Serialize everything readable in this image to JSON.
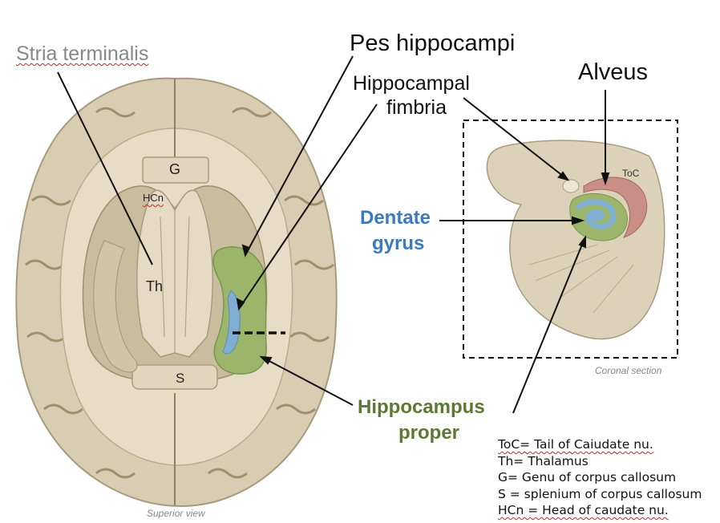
{
  "colors": {
    "brain": "#d8ccb2",
    "brain_dark": "#b9ab8d",
    "white_matter": "#e7dcc6",
    "hippocampus": "#9bb56a",
    "dentate": "#7faed3",
    "alveus": "#c98f86",
    "dentate_label": "#3a7abf",
    "hippocampus_label": "#5a7a32",
    "annotation_grey": "#888888"
  },
  "labels": {
    "stria_terminalis": "Stria terminalis",
    "pes_hippocampi": "Pes hippocampi",
    "hippocampal_fimbria_1": "Hippocampal",
    "hippocampal_fimbria_2": "fimbria",
    "alveus": "Alveus",
    "dentate_1": "Dentate",
    "dentate_2": "gyrus",
    "hippocampus_1": "Hippocampus",
    "hippocampus_2": "proper",
    "G": "G",
    "HCn": "HCn",
    "Th": "Th",
    "S": "S",
    "ToC": "ToC",
    "superior_view": "Superior view",
    "coronal_section": "Coronal section"
  },
  "legend": [
    "ToC= Tail of Caiudate nu.",
    "Th= Thalamus",
    "G= Genu of corpus callosum",
    "S = splenium of corpus callosum",
    "HCn = Head of caudate nu."
  ]
}
